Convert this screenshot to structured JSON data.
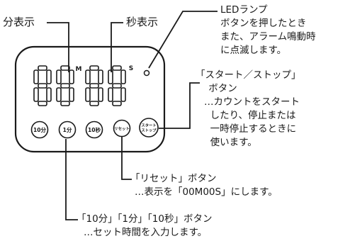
{
  "callouts": {
    "minute_display": "分表示",
    "second_display": "秒表示",
    "led": {
      "title": "LEDランプ",
      "lines": [
        "ボタンを押したとき",
        "また、アラーム鳴動時",
        "に点滅します。"
      ]
    },
    "start_stop": {
      "title": "「スタート／ストップ」",
      "lines": [
        " ボタン",
        "…カウントをスタート",
        "  したり、停止または",
        "  一時停止するときに",
        "  使います。"
      ]
    },
    "reset": {
      "title": "「リセット」ボタン",
      "desc": "…表示を「00M00S」にします。"
    },
    "time_set": {
      "title": "「10分」「1分」「10秒」ボタン",
      "desc": "…セット時間を入力します。"
    }
  },
  "device": {
    "display_digits": "8888",
    "unit_m": "M",
    "unit_s": "S",
    "buttons": {
      "min10": "10分",
      "min1": "1分",
      "sec10": "10秒",
      "reset": "リセット",
      "start_line1": "スタート",
      "start_line2": "ストップ"
    }
  },
  "colors": {
    "ink": "#1a1a1a",
    "background": "#ffffff"
  }
}
